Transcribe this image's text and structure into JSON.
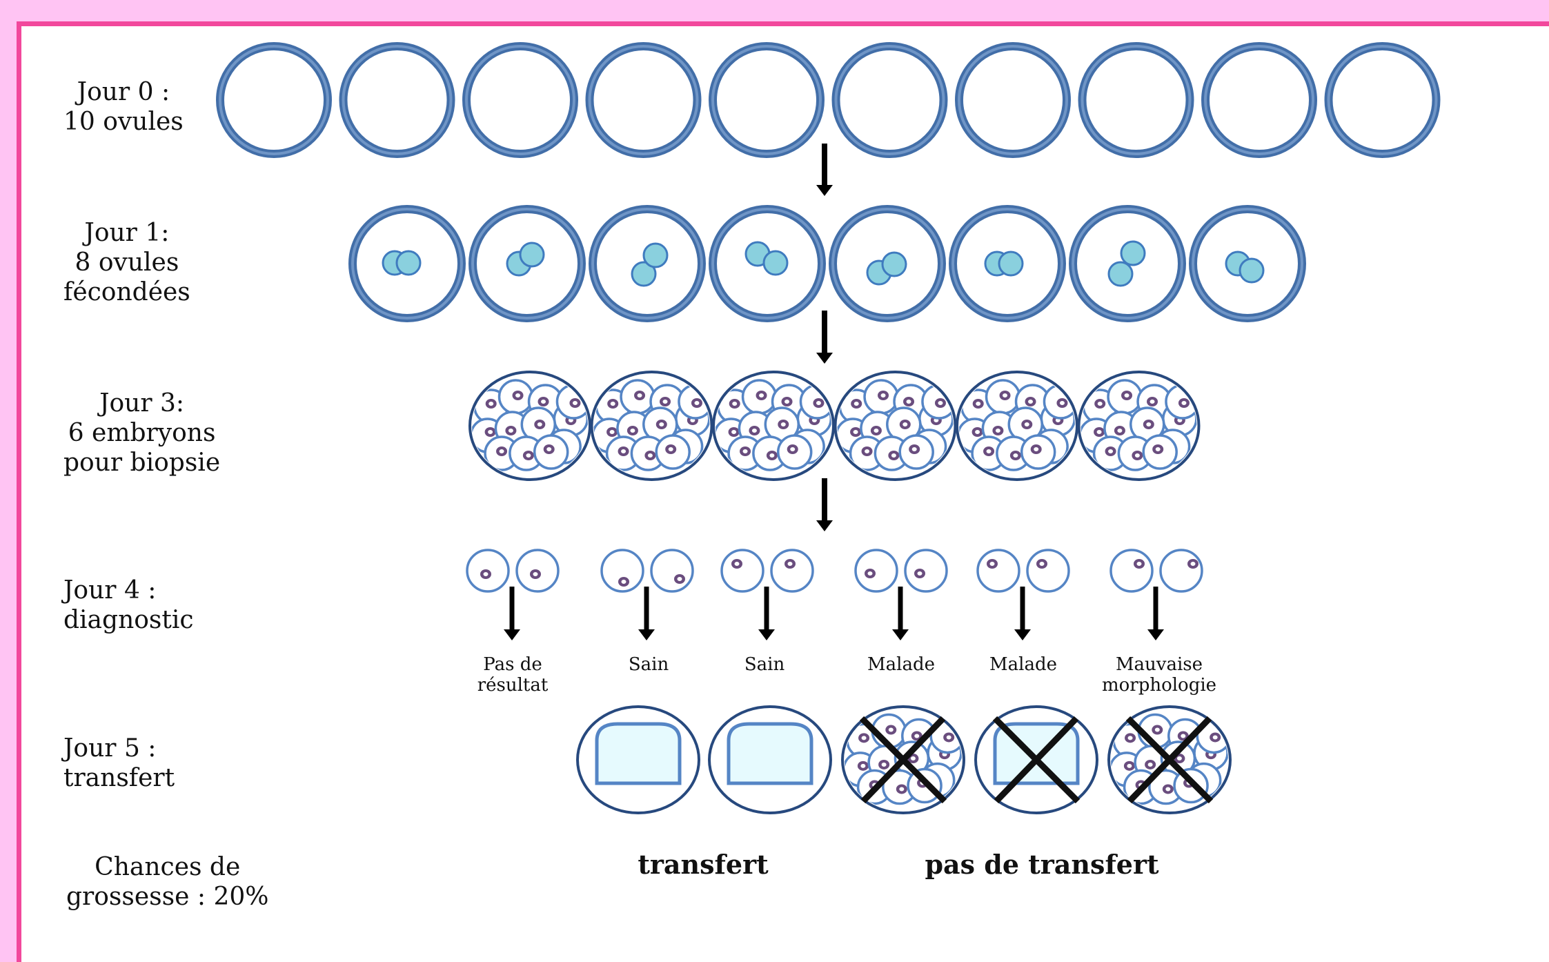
{
  "colors": {
    "background": "#ffc4f3",
    "frame_border": "#f2489c",
    "ovule_ring": "#426ea8",
    "ovule_ring_light": "#6f95c6",
    "cell_outline": "#5585c5",
    "pronucleus_fill": "#8ad0de",
    "nucleus_fill": "#6a4d7e",
    "blastocyst_fill": "#e6fafe",
    "arrow": "#000000"
  },
  "stages": {
    "day0": "Jour 0 :\n10 ovules",
    "day1": "Jour 1:\n8 ovules\nfécondées",
    "day3": "Jour 3:\n6 embryons\npour biopsie",
    "day4": "Jour 4 :\ndiagnostic",
    "day5": "Jour 5 :\ntransfert",
    "chances": "Chances de\ngrossesse : 20%"
  },
  "diagnostics": [
    "Pas de\nrésultat",
    "Sain",
    "Sain",
    "Malade",
    "Malade",
    "Mauvaise\nmorphologie"
  ],
  "outcomes": {
    "transfer": "transfert",
    "no_transfer": "pas de transfert"
  },
  "counts": {
    "ovules": 10,
    "fertilized": 8,
    "embryos": 6
  },
  "transfer_items": [
    {
      "type": "blastocyst",
      "crossed": false
    },
    {
      "type": "blastocyst",
      "crossed": false
    },
    {
      "type": "morula",
      "crossed": true
    },
    {
      "type": "blastocyst",
      "crossed": true
    },
    {
      "type": "morula",
      "crossed": true
    }
  ]
}
